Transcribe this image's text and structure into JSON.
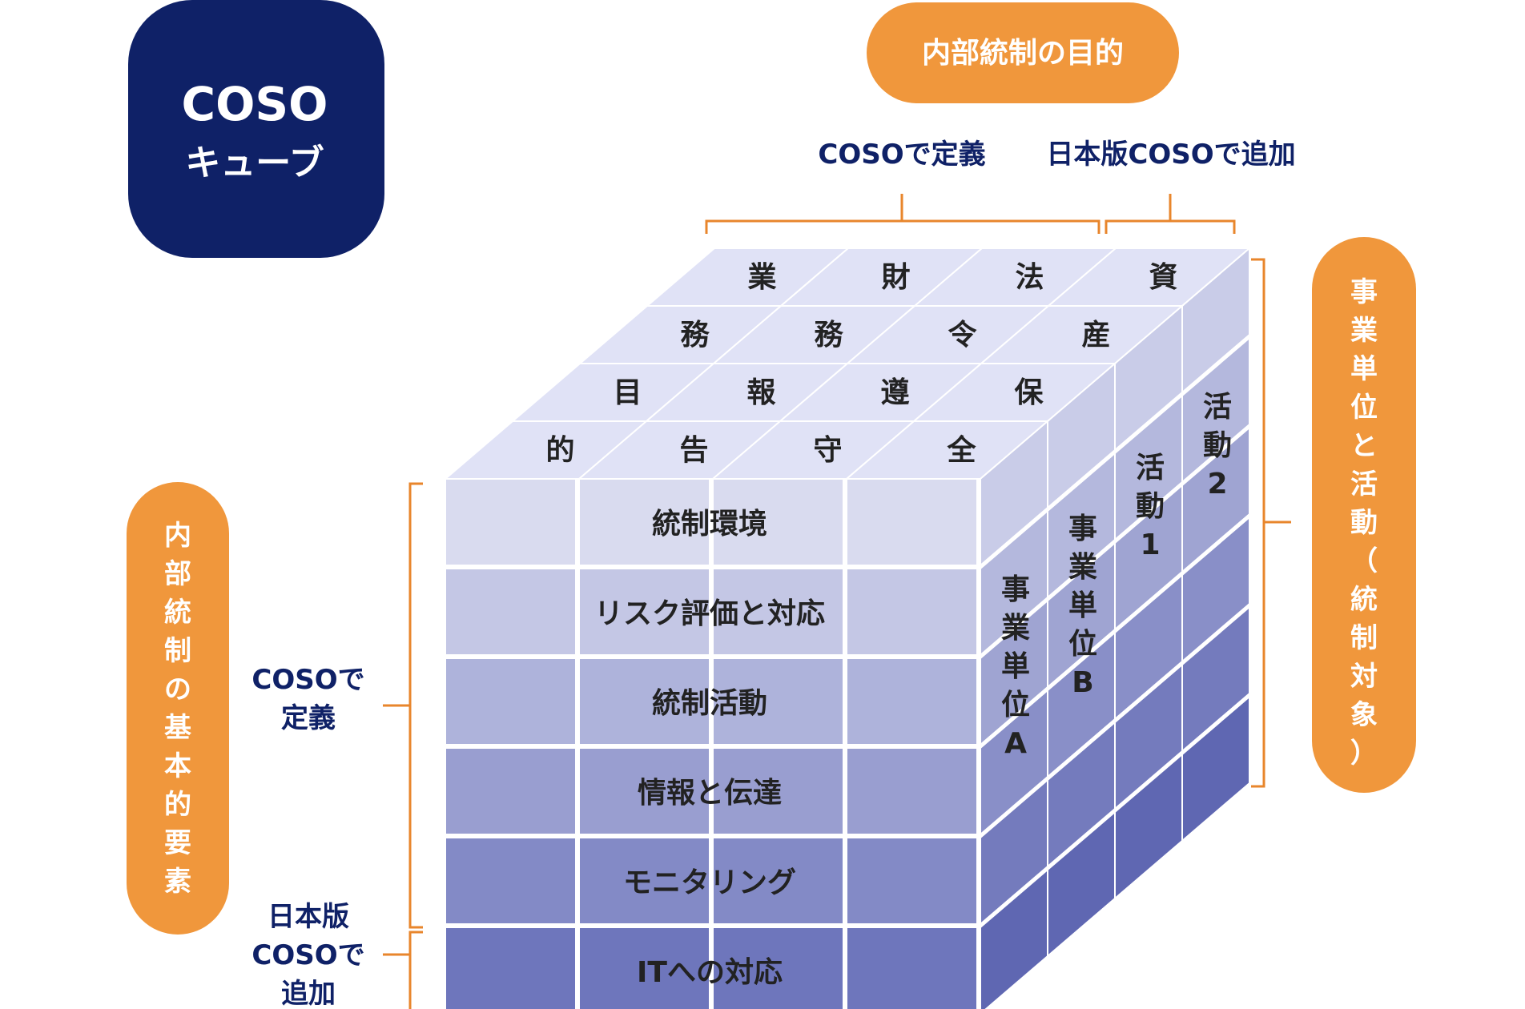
{
  "badge": {
    "line1": "COSO",
    "line2": "キューブ"
  },
  "objectives_header": "内部統制の目的",
  "objectives_groups": {
    "coso": "COSOで定義",
    "japan": "日本版COSOで追加"
  },
  "objectives": [
    {
      "id": "business",
      "chars": [
        "業",
        "務",
        "目",
        "的"
      ]
    },
    {
      "id": "financial",
      "chars": [
        "財",
        "務",
        "報",
        "告"
      ]
    },
    {
      "id": "legal",
      "chars": [
        "法",
        "令",
        "遵",
        "守"
      ]
    },
    {
      "id": "asset",
      "chars": [
        "資",
        "産",
        "保",
        "全"
      ]
    }
  ],
  "components_header": "内部統制の基本的要素",
  "components_groups": {
    "coso": [
      "COSOで",
      "定義"
    ],
    "japan": [
      "日本版",
      "COSOで",
      "追加"
    ]
  },
  "components": [
    "統制環境",
    "リスク評価と対応",
    "統制活動",
    "情報と伝達",
    "モニタリング",
    "ITへの対応"
  ],
  "units_header": "事業単位と活動（統制対象）",
  "units": [
    {
      "id": "unit-a",
      "chars": [
        "事",
        "業",
        "単",
        "位",
        "A"
      ]
    },
    {
      "id": "unit-b",
      "chars": [
        "事",
        "業",
        "単",
        "位",
        "B"
      ]
    },
    {
      "id": "activity-1",
      "chars": [
        "活",
        "動",
        "1"
      ]
    },
    {
      "id": "activity-2",
      "chars": [
        "活",
        "動",
        "2"
      ]
    }
  ],
  "colors": {
    "navy": "#0f2167",
    "orange": "#f0973c",
    "bracket": "#e8862c",
    "cube_top": "#d9dbef",
    "cube_bottom": "#6e76bc"
  }
}
